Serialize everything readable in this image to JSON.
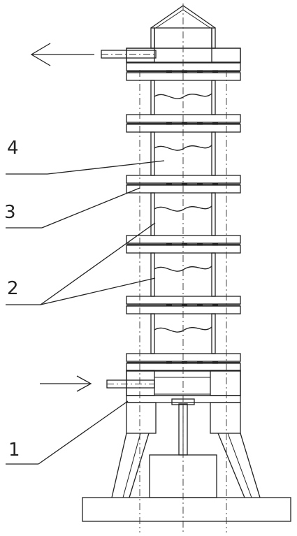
{
  "labels": {
    "part_1": "1",
    "part_2": "2",
    "part_3": "3",
    "part_4": "4"
  },
  "colors": {
    "line": "#222222",
    "hatch": "#333333",
    "background": "#ffffff"
  }
}
